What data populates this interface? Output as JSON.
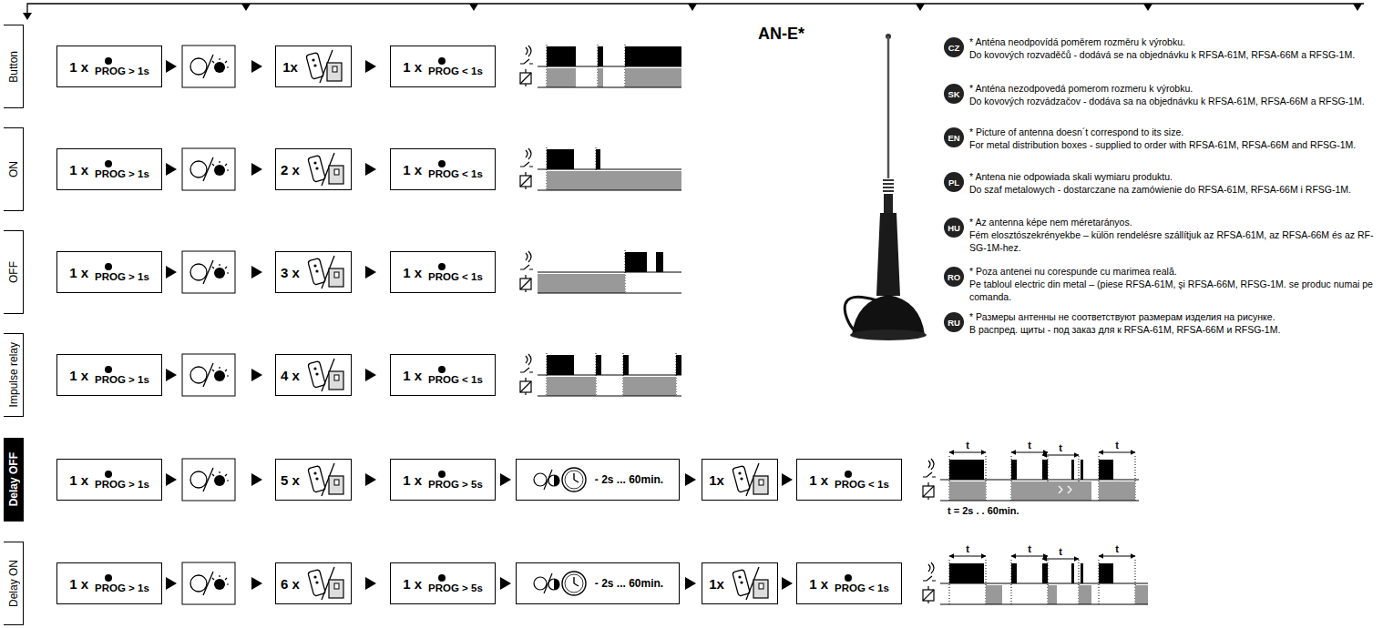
{
  "diagram": {
    "nodes": [
      {
        "text": [
          "Button"
        ]
      },
      {
        "text": [
          "1 x",
          "PROG > 1s"
        ]
      },
      {
        "text": [
          "1x"
        ]
      },
      {
        "text": [
          "1 x",
          "PROG < 1s"
        ]
      },
      {
        "text": [
          "ON"
        ]
      },
      {
        "text": [
          "1 x",
          "PROG > 1s"
        ]
      },
      {
        "text": [
          "2 x"
        ]
      },
      {
        "text": [
          "1 x",
          "PROG < 1s"
        ]
      },
      {
        "text": [
          "OFF"
        ]
      },
      {
        "text": [
          "1 x",
          "PROG > 1s"
        ]
      },
      {
        "text": [
          "3 x"
        ]
      },
      {
        "text": [
          "1 x",
          "PROG < 1s"
        ]
      },
      {
        "text": [
          "Impulse relay"
        ]
      },
      {
        "text": [
          "1 x",
          "PROG > 1s"
        ]
      },
      {
        "text": [
          "4 x"
        ]
      },
      {
        "text": [
          "1 x",
          "PROG < 1s"
        ]
      },
      {
        "text": [
          "Delay OFF"
        ]
      },
      {
        "text": [
          "1 x",
          "PROG > 1s"
        ]
      },
      {
        "text": [
          "5 x"
        ]
      },
      {
        "text": [
          "1 x",
          "PROG > 5s"
        ]
      },
      {
        "text": [
          "- 2s ... 60min."
        ]
      },
      {
        "text": [
          "1x"
        ]
      },
      {
        "text": [
          "1 x",
          "PROG < 1s"
        ]
      },
      {
        "text": [
          "Delay ON"
        ]
      },
      {
        "text": [
          "1 x",
          "PROG > 1s"
        ]
      },
      {
        "text": [
          "6 x"
        ]
      },
      {
        "text": [
          "1 x",
          "PROG > 5s"
        ]
      },
      {
        "text": [
          "- 2s ... 60min."
        ]
      },
      {
        "text": [
          "1x"
        ]
      },
      {
        "text": [
          "1 x",
          "PROG < 1s"
        ]
      },
      {
        "text": [
          "CZ"
        ]
      },
      {
        "text": [
          "SK"
        ]
      },
      {
        "text": [
          "EN"
        ]
      },
      {
        "text": [
          "PL"
        ]
      },
      {
        "text": [
          "HU"
        ]
      },
      {
        "text": [
          "RO"
        ]
      },
      {
        "text": [
          "RU"
        ]
      }
    ],
    "edges": [
      {
        "from": 2,
        "to": 3,
        "arrow": "to"
      },
      {
        "from": 6,
        "to": 7,
        "arrow": "to"
      },
      {
        "from": 10,
        "to": 11,
        "arrow": "to"
      },
      {
        "from": 14,
        "to": 15,
        "arrow": "to"
      },
      {
        "from": 18,
        "to": 19,
        "arrow": "to"
      },
      {
        "from": 19,
        "to": 20,
        "arrow": "to"
      },
      {
        "from": 20,
        "to": 21,
        "arrow": "to"
      },
      {
        "from": 21,
        "to": 22,
        "arrow": "to"
      },
      {
        "from": 25,
        "to": 26,
        "arrow": "to"
      },
      {
        "from": 26,
        "to": 27,
        "arrow": "to"
      },
      {
        "from": 27,
        "to": 28,
        "arrow": "to"
      },
      {
        "from": 28,
        "to": 29,
        "arrow": "to"
      }
    ],
    "labels": [
      "AN-E*",
      "* Anténa neodpovídá poměrem rozměru k výrobku.",
      "Do kovových rozvaděčů - dodává se na objednávku k RFSA-61M, RFSA-66M a RFSG-1M.",
      "* Anténa nezodpovedá pomerom rozmeru k výrobku.",
      "Do kovových rozvádzačov - dodáva sa na objednávku k RFSA-61M, RFSA-66M a RFSG-1M.",
      "* Picture of antenna doesn´t correspond to its size.",
      "For metal distribution boxes - supplied to order with RFSA-61M, RFSA-66M and RFSG-1M.",
      "* Antena nie odpowiada skali wymiaru produktu.",
      "Do szaf metalowych - dostarczane na zamówienie do RFSA-61M, RFSA-66M i RFSG-1M.",
      "* Az antenna képe nem méretarányos.",
      "Fém elosztószekrényekbe – külön rendelésre szállítjuk az RFSA-61M, az RFSA-66M és az RF- SG-1M-hez.",
      "* Poza antenei nu corespunde cu marimea reală.",
      "Pe tabloul electric din metal – (piese RFSA-61M, şi RFSA-66M, RFSG-1M. se produc numai pe comanda.",
      "* Размеры антенны не соответствуют размерам изделия на рисунке.",
      "В распред. щиты - под заказ для к RFSA-61M, RFSA-66M и RFSG-1M.",
      "t",
      "t",
      "t",
      "t",
      "t = 2s . . 60min.",
      "t",
      "t",
      "t",
      "t"
    ]
  }
}
